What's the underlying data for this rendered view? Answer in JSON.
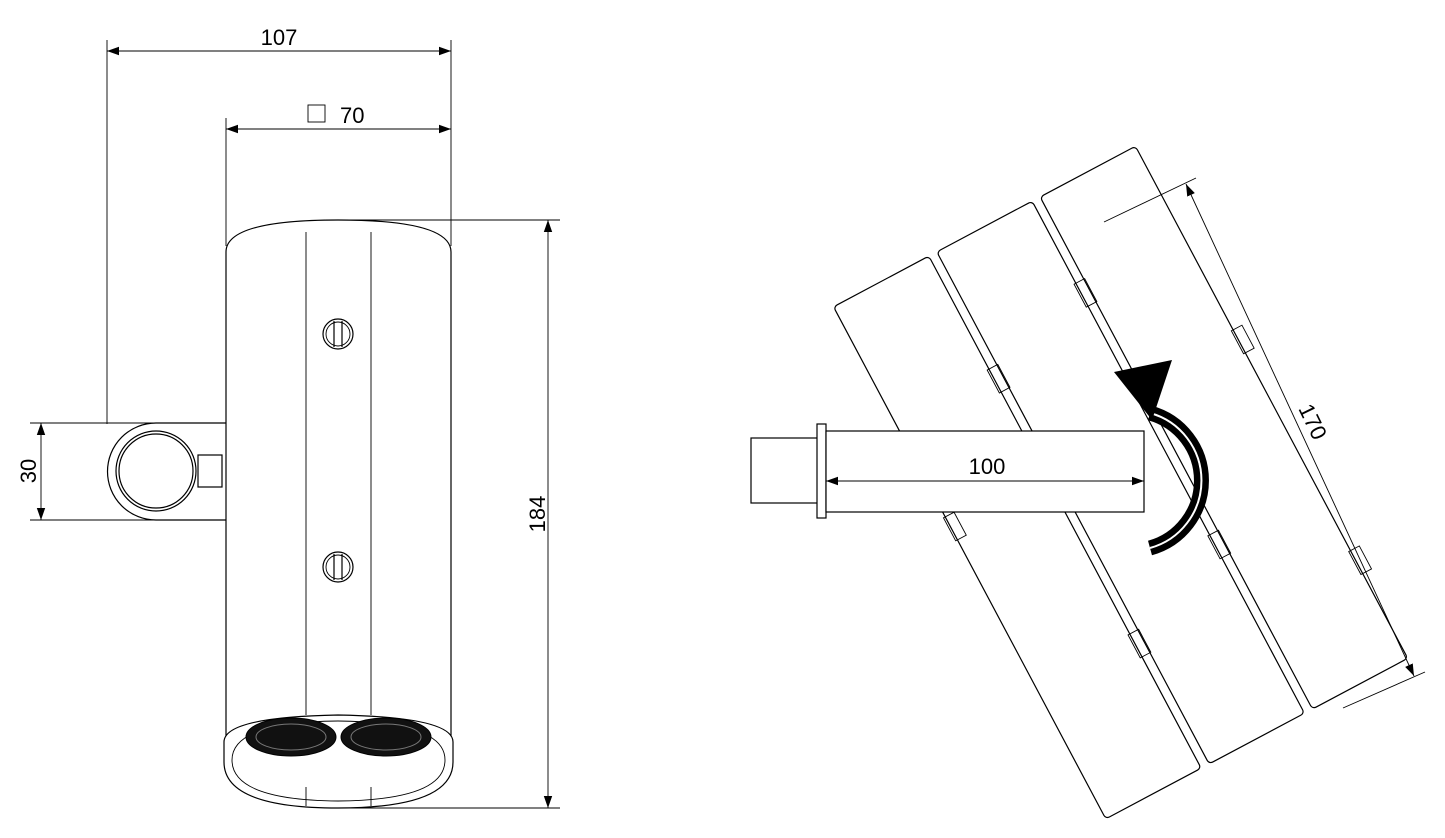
{
  "front_view": {
    "dim_overall_width": "107",
    "dim_square_symbol": "□",
    "dim_square_size": "70",
    "dim_height": "184",
    "dim_mount_height": "30"
  },
  "top_view": {
    "dim_arm_length": "100",
    "dim_rotated_length": "170",
    "rotation_indicator": "rotate-arrow-icon"
  }
}
